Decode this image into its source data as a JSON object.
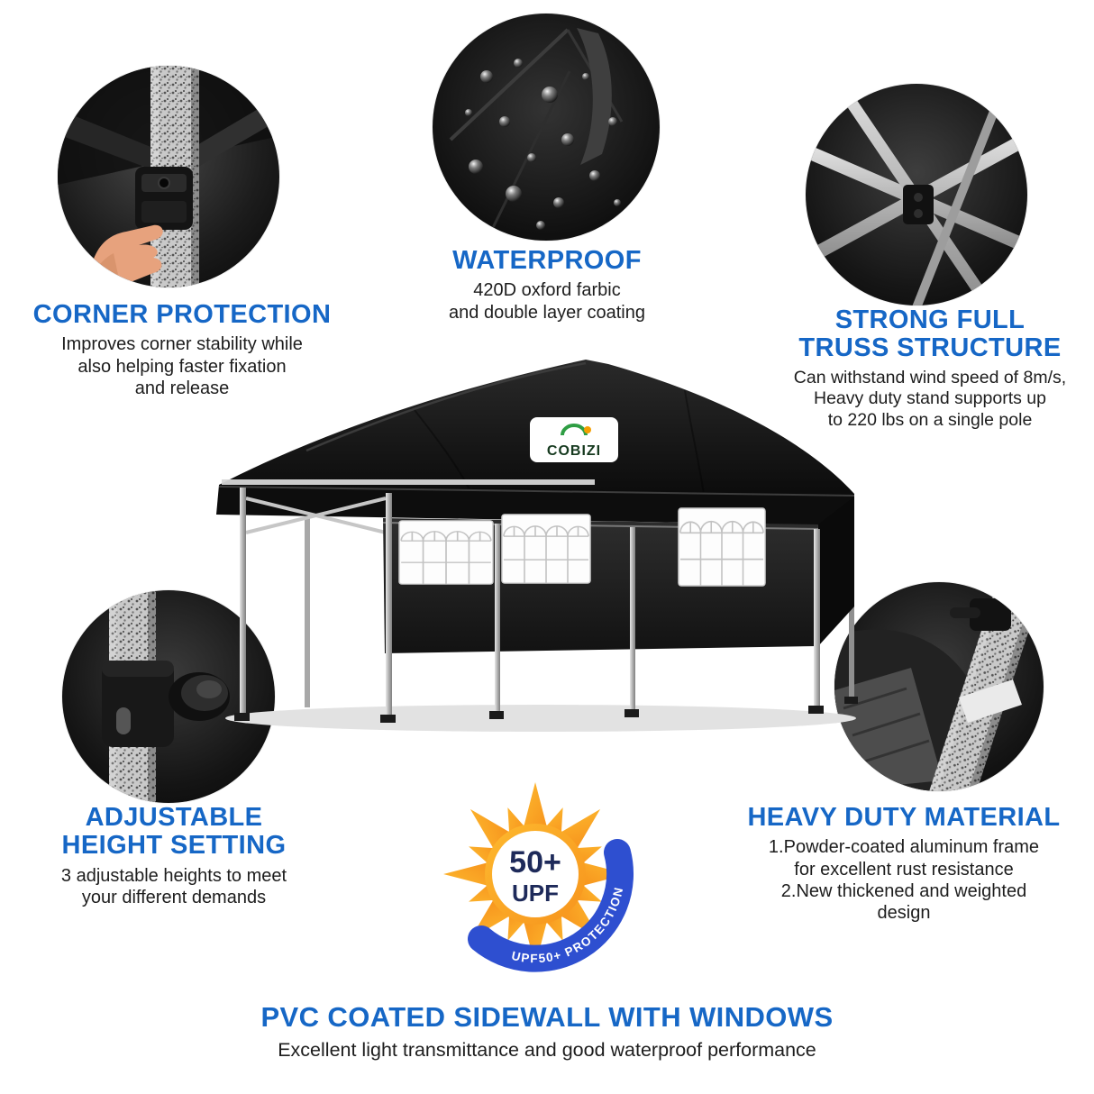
{
  "brand": "COBIZI",
  "accent_color": "#1667c6",
  "features": {
    "corner": {
      "title": "CORNER PROTECTION",
      "desc": "Improves corner stability while\nalso helping faster fixation\nand release"
    },
    "waterproof": {
      "title": "WATERPROOF",
      "desc": "420D oxford farbic\nand double layer coating"
    },
    "truss": {
      "title": "STRONG FULL\nTRUSS STRUCTURE",
      "desc": "Can withstand wind speed of 8m/s,\nHeavy duty stand supports up\nto 220 lbs on a single pole"
    },
    "height": {
      "title": "ADJUSTABLE\nHEIGHT SETTING",
      "desc": "3 adjustable heights to meet\nyour different demands"
    },
    "material": {
      "title": "HEAVY DUTY MATERIAL",
      "desc": "1.Powder-coated aluminum frame\nfor excellent rust resistance\n2.New thickened and weighted\ndesign"
    },
    "sidewall": {
      "title": "PVC COATED SIDEWALL WITH WINDOWS",
      "desc": "Excellent light transmittance and good waterproof performance"
    }
  },
  "upf": {
    "value": "50+",
    "label": "UPF",
    "band": "UPF50+ PROTECTION"
  }
}
